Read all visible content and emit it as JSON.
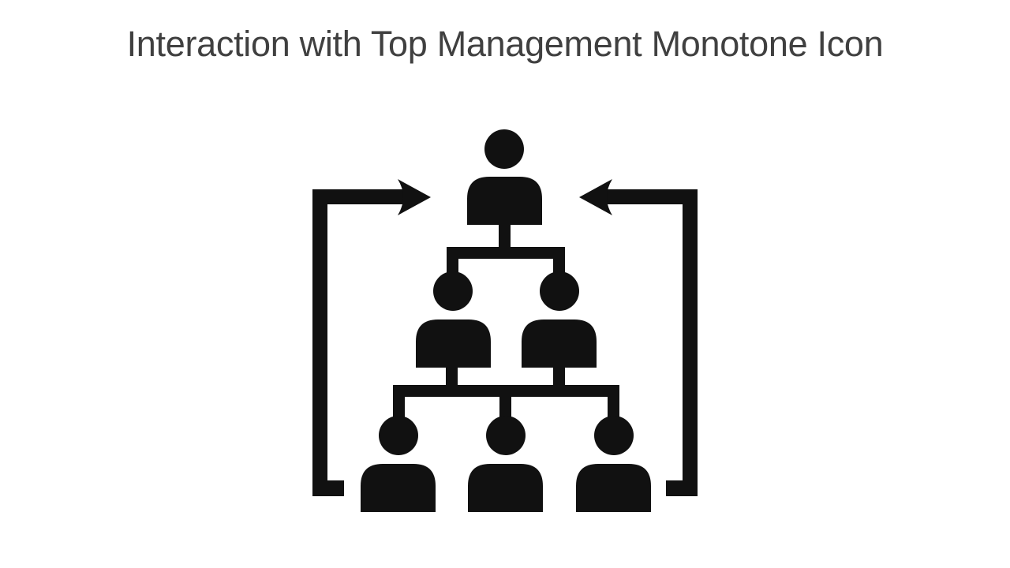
{
  "slide": {
    "title": "Interaction with Top Management Monotone Icon"
  },
  "icon": {
    "name": "org-hierarchy-feedback-icon",
    "fill_color": "#111111",
    "levels": [
      1,
      2,
      3
    ]
  },
  "colors": {
    "title": "#404040",
    "background": "#ffffff",
    "icon": "#111111"
  }
}
